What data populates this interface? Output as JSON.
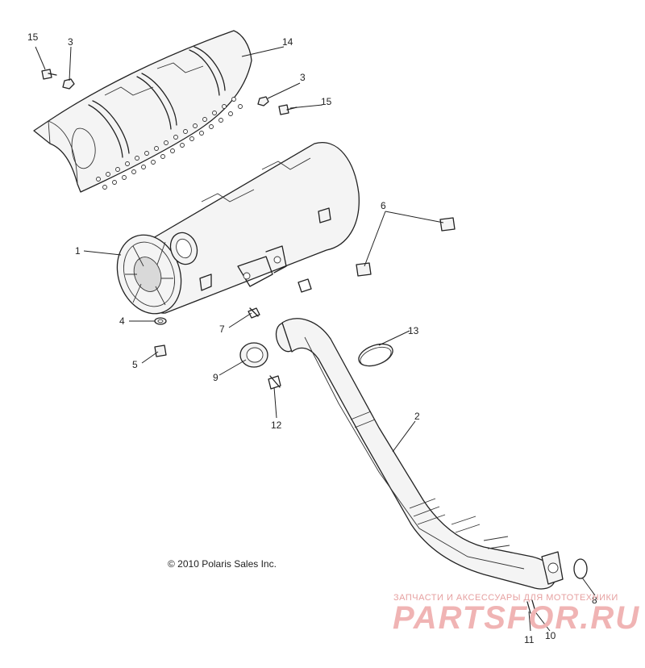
{
  "callouts": [
    {
      "id": "15a",
      "label": "15"
    },
    {
      "id": "3a",
      "label": "3"
    },
    {
      "id": "14",
      "label": "14"
    },
    {
      "id": "3b",
      "label": "3"
    },
    {
      "id": "15b",
      "label": "15"
    },
    {
      "id": "6",
      "label": "6"
    },
    {
      "id": "1",
      "label": "1"
    },
    {
      "id": "4",
      "label": "4"
    },
    {
      "id": "7",
      "label": "7"
    },
    {
      "id": "13",
      "label": "13"
    },
    {
      "id": "5",
      "label": "5"
    },
    {
      "id": "9",
      "label": "9"
    },
    {
      "id": "12",
      "label": "12"
    },
    {
      "id": "2",
      "label": "2"
    },
    {
      "id": "8",
      "label": "8"
    },
    {
      "id": "11",
      "label": "11"
    },
    {
      "id": "10",
      "label": "10"
    }
  ],
  "copyright": "© 2010 Polaris Sales Inc.",
  "watermark": {
    "subtitle": "ЗАПЧАСТИ И АКСЕССУАРЫ ДЛЯ МОТОТЕХНИКИ",
    "logo": "PARTSFOR.RU"
  },
  "colors": {
    "line": "#222222",
    "watermark": "#f0b4b4"
  }
}
